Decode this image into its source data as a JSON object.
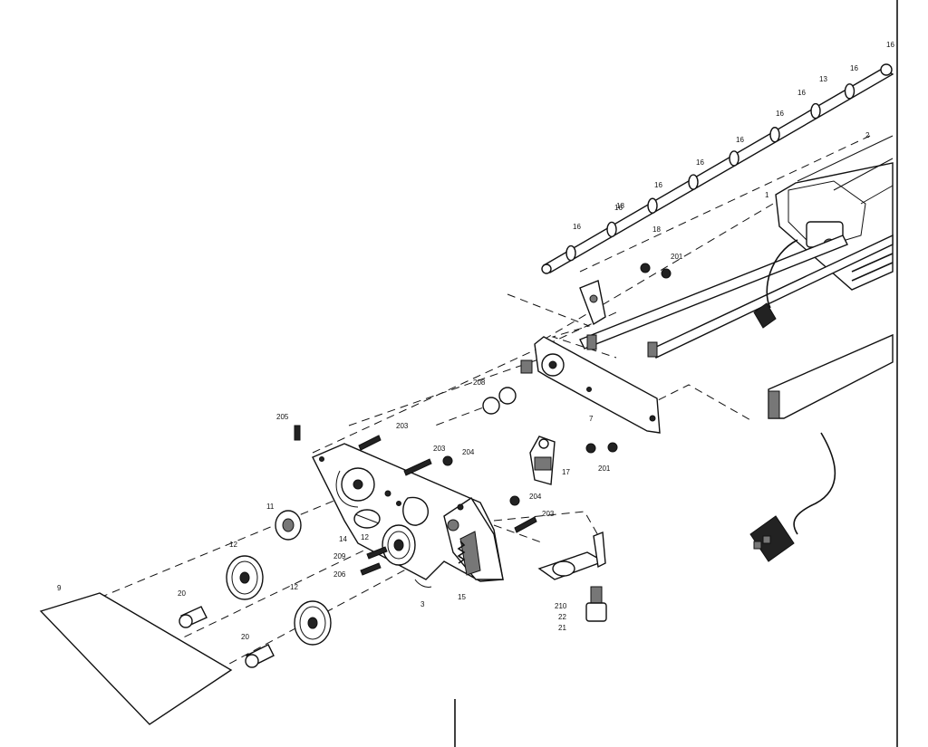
{
  "diagram": {
    "callouts": [
      {
        "id": "c-16a",
        "text": "16"
      },
      {
        "id": "c-16b",
        "text": "16"
      },
      {
        "id": "c-16c",
        "text": "16"
      },
      {
        "id": "c-16d",
        "text": "16"
      },
      {
        "id": "c-16e",
        "text": "16"
      },
      {
        "id": "c-16f",
        "text": "16"
      },
      {
        "id": "c-16g",
        "text": "16"
      },
      {
        "id": "c-16h",
        "text": "16"
      },
      {
        "id": "c-16i",
        "text": "16"
      },
      {
        "id": "c-13",
        "text": "13"
      },
      {
        "id": "c-2",
        "text": "2"
      },
      {
        "id": "c-1",
        "text": "1"
      },
      {
        "id": "c-18a",
        "text": "18"
      },
      {
        "id": "c-18b",
        "text": "18"
      },
      {
        "id": "c-201a",
        "text": "201"
      },
      {
        "id": "c-201b",
        "text": "201"
      },
      {
        "id": "c-7",
        "text": "7"
      },
      {
        "id": "c-208",
        "text": "208"
      },
      {
        "id": "c-205",
        "text": "205"
      },
      {
        "id": "c-203a",
        "text": "203"
      },
      {
        "id": "c-203b",
        "text": "203"
      },
      {
        "id": "c-203c",
        "text": "203"
      },
      {
        "id": "c-204a",
        "text": "204"
      },
      {
        "id": "c-204b",
        "text": "204"
      },
      {
        "id": "c-17",
        "text": "17"
      },
      {
        "id": "c-11",
        "text": "11"
      },
      {
        "id": "c-14",
        "text": "14"
      },
      {
        "id": "c-12a",
        "text": "12"
      },
      {
        "id": "c-12b",
        "text": "12"
      },
      {
        "id": "c-12c",
        "text": "12"
      },
      {
        "id": "c-209",
        "text": "209"
      },
      {
        "id": "c-206",
        "text": "206"
      },
      {
        "id": "c-15",
        "text": "15"
      },
      {
        "id": "c-3",
        "text": "3"
      },
      {
        "id": "c-20a",
        "text": "20"
      },
      {
        "id": "c-20b",
        "text": "20"
      },
      {
        "id": "c-9",
        "text": "9"
      },
      {
        "id": "c-210",
        "text": "210"
      },
      {
        "id": "c-22",
        "text": "22"
      },
      {
        "id": "c-21",
        "text": "21"
      }
    ]
  }
}
